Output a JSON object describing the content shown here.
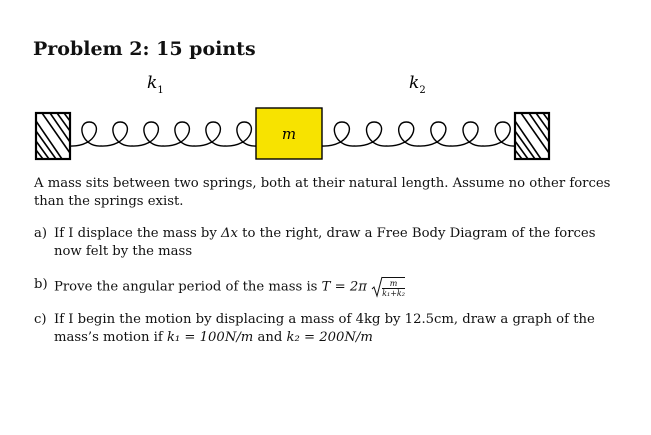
{
  "heading": "Problem 2: 15 points",
  "figure": {
    "spring_left_label": "k",
    "spring_left_sub": "1",
    "spring_right_label": "k",
    "spring_right_sub": "2",
    "mass_label": "m",
    "colors": {
      "mass_fill": "#f7e300",
      "stroke": "#000000"
    }
  },
  "intro": "A mass sits between two springs, both at their natural length. Assume no other forces than the springs exist.",
  "items": [
    {
      "label": "a)",
      "pre": "If I displace the mass by ",
      "math": "Δx",
      "post": " to the right, draw a Free Body Diagram of the forces now felt by the mass"
    },
    {
      "label": "b)",
      "pre": "Prove the angular period of the mass is ",
      "math": "T = 2π",
      "frac_num": "m",
      "frac_den": "k₁+k₂"
    },
    {
      "label": "c)",
      "text1": "If I begin the motion by displacing a mass of 4kg by 12.5cm, draw a graph of the mass’s motion if ",
      "k1_expr": "k₁ = 100N/m",
      "joiner": " and ",
      "k2_expr": "k₂ = 200N/m"
    }
  ]
}
